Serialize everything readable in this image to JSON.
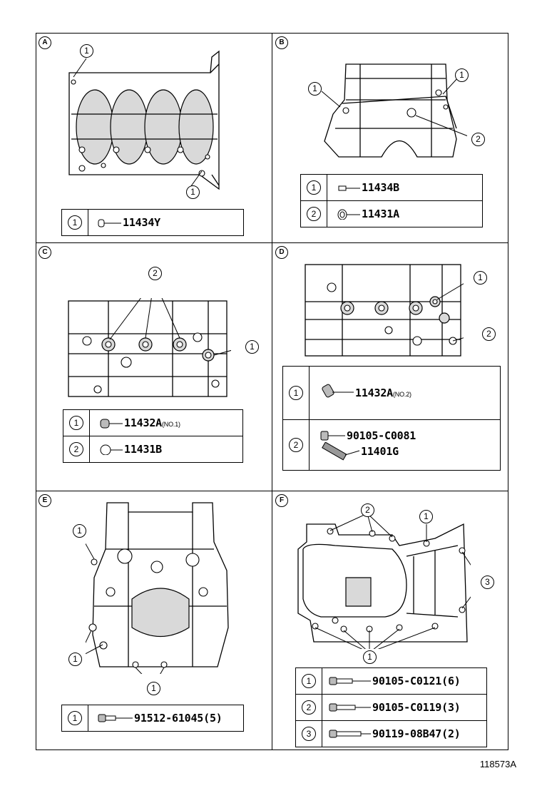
{
  "panels": {
    "A": {
      "letter": "A",
      "callouts": [
        "1",
        "1"
      ],
      "legend": [
        {
          "idx": "1",
          "part": "11434Y",
          "note": ""
        }
      ]
    },
    "B": {
      "letter": "B",
      "callouts": [
        "1",
        "1",
        "2"
      ],
      "legend": [
        {
          "idx": "1",
          "part": "11434B",
          "note": ""
        },
        {
          "idx": "2",
          "part": "11431A",
          "note": ""
        }
      ]
    },
    "C": {
      "letter": "C",
      "callouts": [
        "2",
        "1"
      ],
      "legend": [
        {
          "idx": "1",
          "part": "11432A",
          "note": "(NO.1)"
        },
        {
          "idx": "2",
          "part": "11431B",
          "note": ""
        }
      ]
    },
    "D": {
      "letter": "D",
      "callouts": [
        "1",
        "2"
      ],
      "legend": [
        {
          "idx": "1",
          "part": "11432A",
          "note": "(NO.2)"
        },
        {
          "idx": "2",
          "part": "90105-C0081",
          "part2": "11401G"
        }
      ]
    },
    "E": {
      "letter": "E",
      "callouts": [
        "1",
        "1",
        "1"
      ],
      "legend": [
        {
          "idx": "1",
          "part": "91512-61045(5)"
        }
      ]
    },
    "F": {
      "letter": "F",
      "callouts": [
        "2",
        "1",
        "3",
        "1"
      ],
      "legend": [
        {
          "idx": "1",
          "part": "90105-C0121(6)"
        },
        {
          "idx": "2",
          "part": "90105-C0119(3)"
        },
        {
          "idx": "3",
          "part": "90119-08B47(2)"
        }
      ]
    }
  },
  "footer_code": "118573A"
}
